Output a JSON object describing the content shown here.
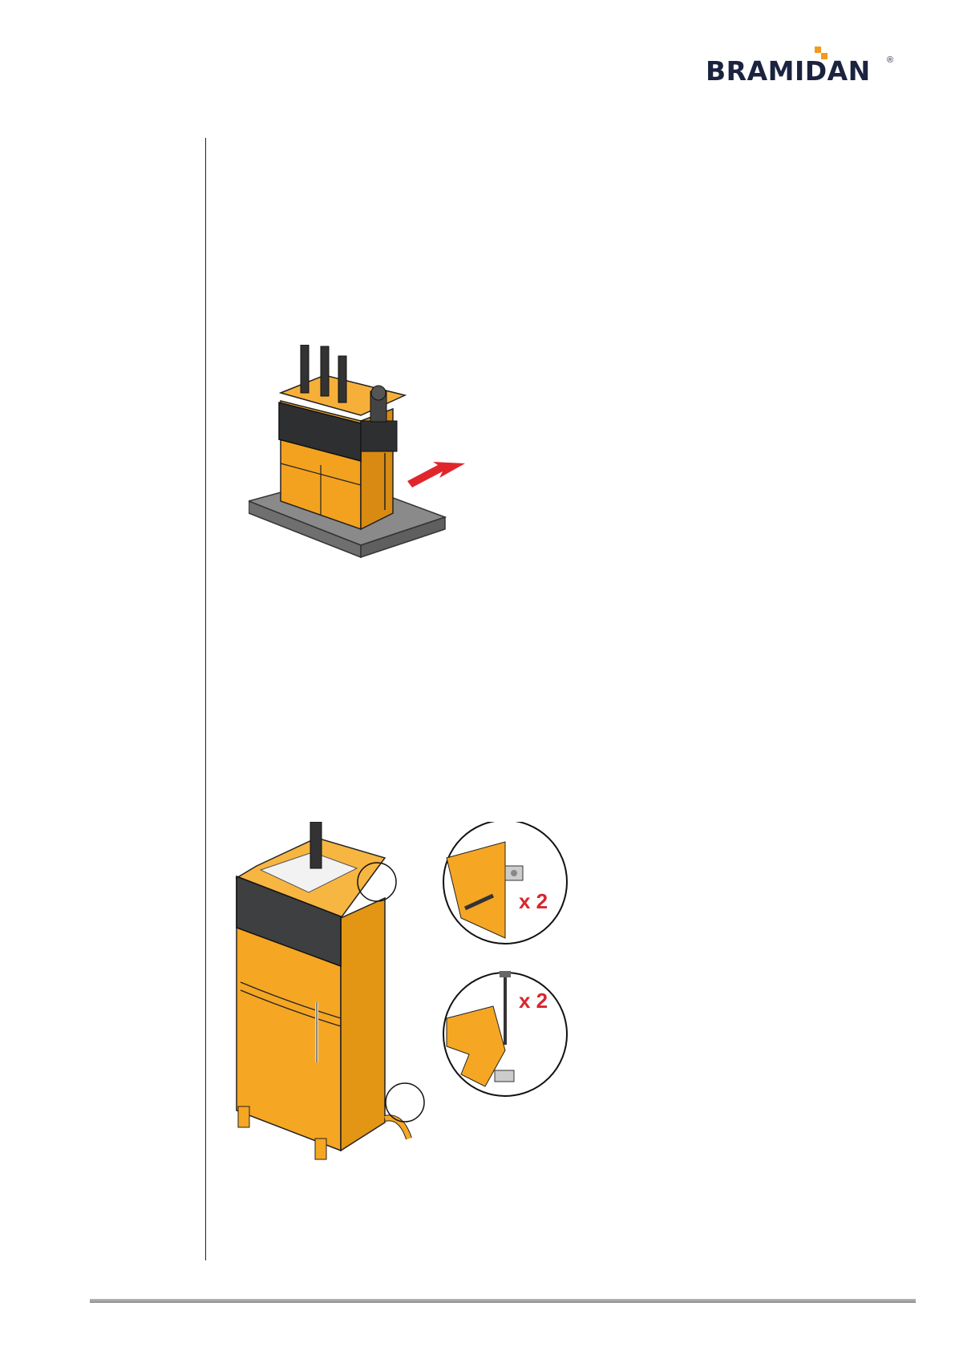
{
  "header": {
    "brand": "BRAMIDAN",
    "registered_mark": "®",
    "brand_colors": {
      "text": "#1c2340",
      "accent": "#f39a1c"
    }
  },
  "figures": [
    {
      "id": "baler-on-platform",
      "icon": "red-arrow-icon",
      "colors": {
        "machine": "#f3a21f",
        "platform": "#8a8a8a",
        "arrow": "#e0262c"
      }
    },
    {
      "id": "baler-anchoring",
      "callouts": [
        {
          "label": "x 2"
        },
        {
          "label": "x 2"
        }
      ],
      "colors": {
        "machine": "#f5a623",
        "panel": "#3d3f41",
        "label": "#d8262e"
      }
    }
  ]
}
